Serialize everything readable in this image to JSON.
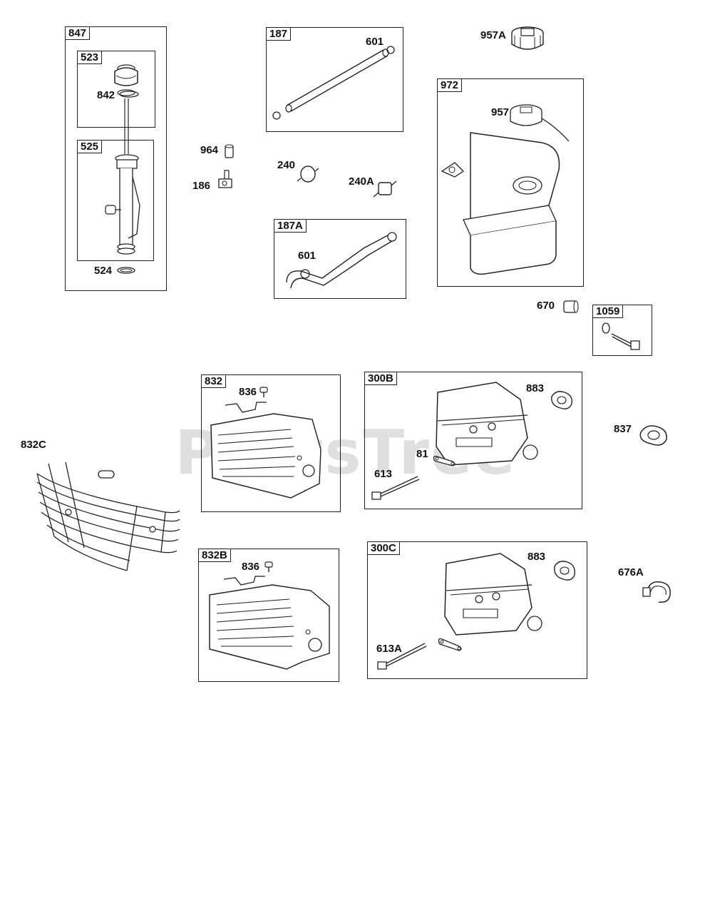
{
  "watermark": "PartsTree",
  "groups": {
    "g847": "847",
    "g523": "523",
    "g525": "525",
    "g187": "187",
    "g187A": "187A",
    "g972": "972",
    "g1059": "1059",
    "g832": "832",
    "g300B": "300B",
    "g832B": "832B",
    "g300C": "300C"
  },
  "labels": {
    "l842": "842",
    "l524": "524",
    "l964": "964",
    "l186": "186",
    "l601a": "601",
    "l240": "240",
    "l240A": "240A",
    "l601b": "601",
    "l957A": "957A",
    "l957": "957",
    "l670": "670",
    "l836a": "836",
    "l883a": "883",
    "l81": "81",
    "l613": "613",
    "l837": "837",
    "l832C": "832C",
    "l836b": "836",
    "l883b": "883",
    "l613A": "613A",
    "l676A": "676A"
  }
}
